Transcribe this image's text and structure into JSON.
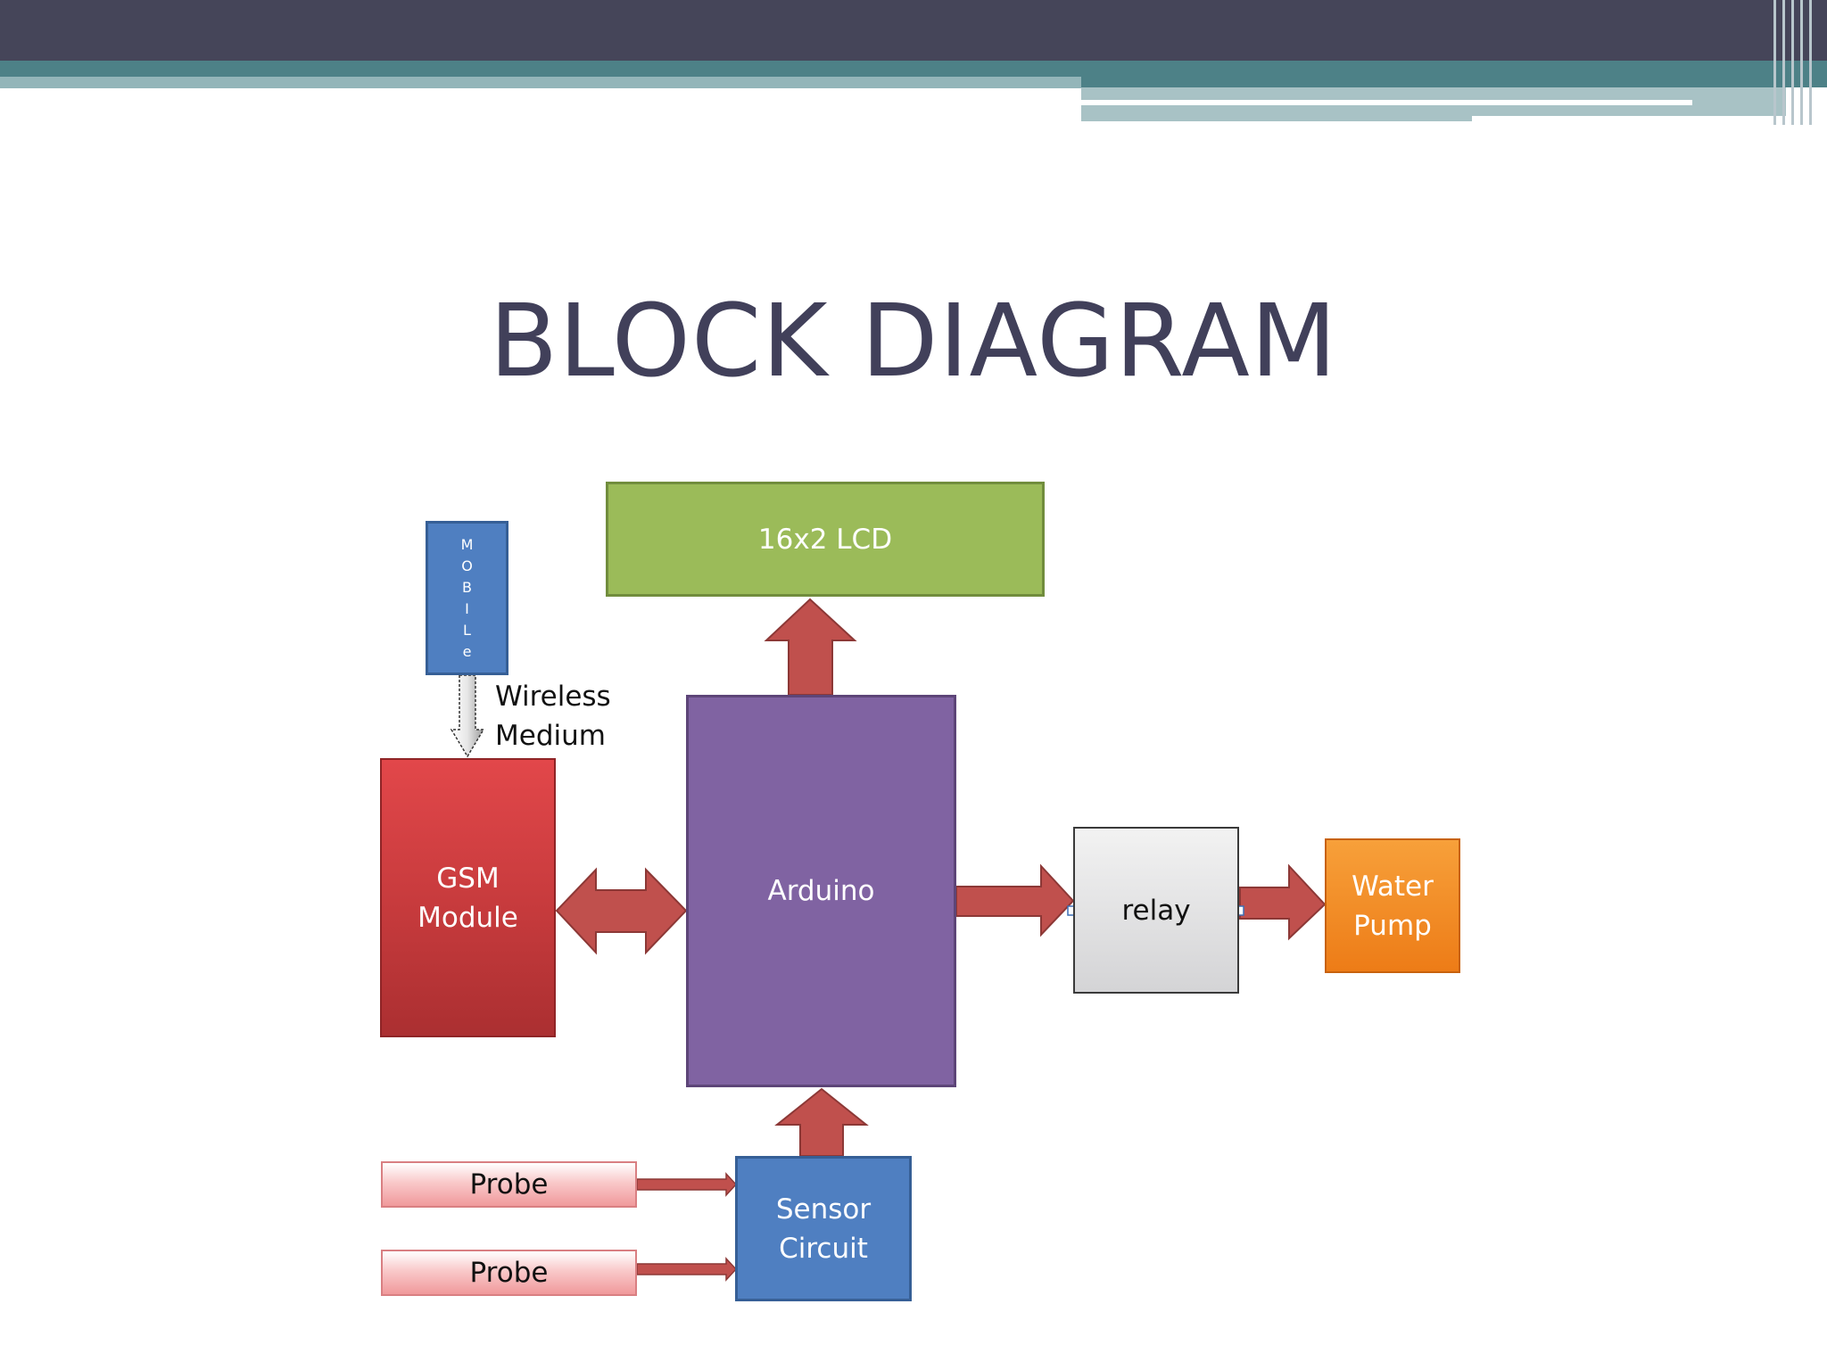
{
  "slide": {
    "title": "BLOCK DIAGRAM"
  },
  "blocks": {
    "lcd": "16x2 LCD",
    "mobile_letters": [
      "M",
      "O",
      "B",
      "I",
      "L",
      "e"
    ],
    "wireless": [
      "Wireless",
      "Medium"
    ],
    "gsm": [
      "GSM",
      "Module"
    ],
    "arduino": "Arduino",
    "relay": "relay",
    "pump": [
      "Water",
      "Pump"
    ],
    "sensor": [
      "Sensor",
      "Circuit"
    ],
    "probe1": "Probe",
    "probe2": "Probe"
  },
  "colors": {
    "lcd": "#9bbb59",
    "mobile": "#4f7fc1",
    "gsm": "#c3393b",
    "arduino": "#8063a2",
    "relay": "#d9d9d9",
    "pump": "#f28c28",
    "sensor": "#4f7fc1",
    "probe": "#f9c9ca",
    "arrow": "#c0504d",
    "title": "#41405a"
  }
}
